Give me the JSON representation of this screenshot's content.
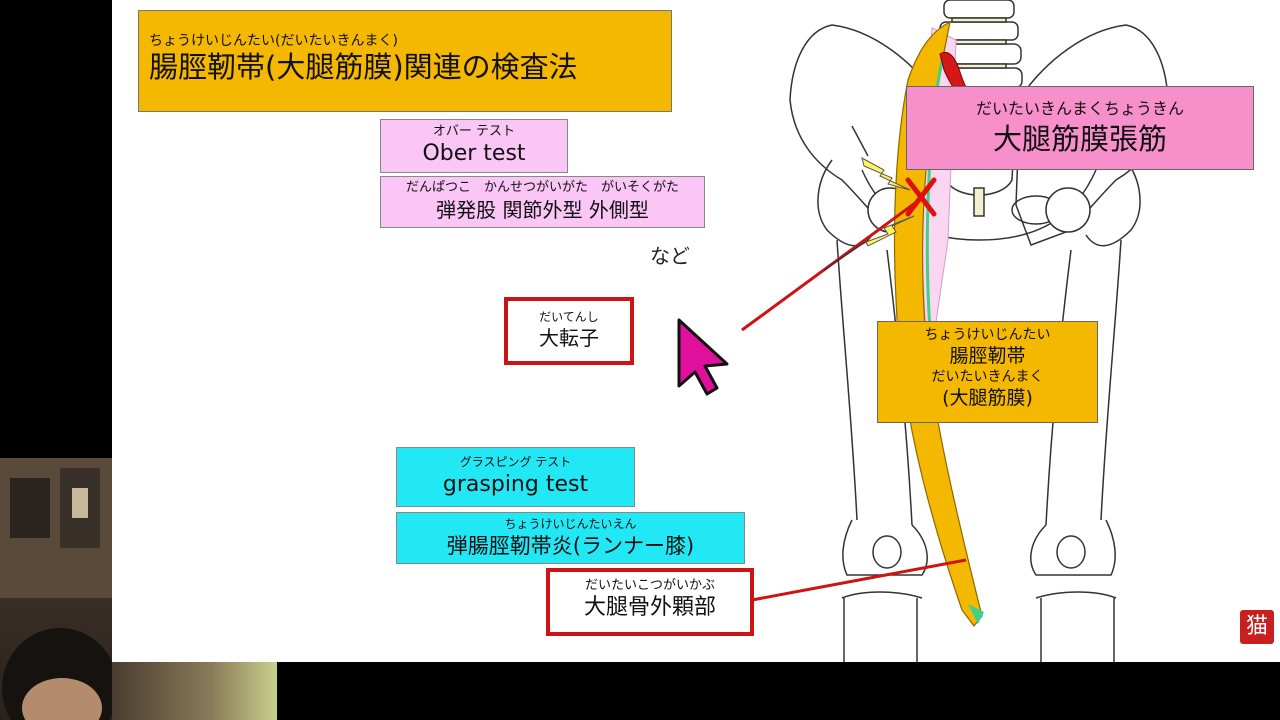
{
  "title": {
    "ruby": "ちょうけいじんたい(だいたいきんまく)",
    "main": "腸脛靭帯(大腿筋膜)関連の検査法"
  },
  "tests": {
    "ober": {
      "ruby": "オバー テスト",
      "main": "Ober test"
    },
    "snapping": {
      "ruby": "だんぱつこ　かんせつがいがた　がいそくがた",
      "main": "弾発股 関節外型 外側型"
    },
    "etc": "など",
    "grasping": {
      "ruby": "グラスピング テスト",
      "main": "grasping test"
    },
    "runner": {
      "ruby": "ちょうけいじんたいえん",
      "main": "弾腸脛靭帯炎(ランナー膝)"
    }
  },
  "labels": {
    "trochanter": {
      "ruby": "だいてんし",
      "main": "大転子"
    },
    "condyle": {
      "ruby": "だいたいこつがいかぶ",
      "main": "大腿骨外顆部"
    },
    "tfl": {
      "ruby": "だいたいきんまくちょうきん",
      "main": "大腿筋膜張筋"
    },
    "itb": {
      "ruby1": "ちょうけいじんたい",
      "main1": "腸脛靭帯",
      "ruby2": "だいたいきんまく",
      "main2": "(大腿筋膜)"
    }
  },
  "stamp": "猫",
  "colors": {
    "title_bg": "#f5b800",
    "ober_bg": "#f9c6f6",
    "grasp_bg": "#22e8f5",
    "tfl_bg": "#f78fcb",
    "red": "#cc1414",
    "cursor": "#e0109c"
  },
  "icons": [
    "pointer-cursor-icon",
    "lightning-icon",
    "red-x-mark-icon"
  ]
}
